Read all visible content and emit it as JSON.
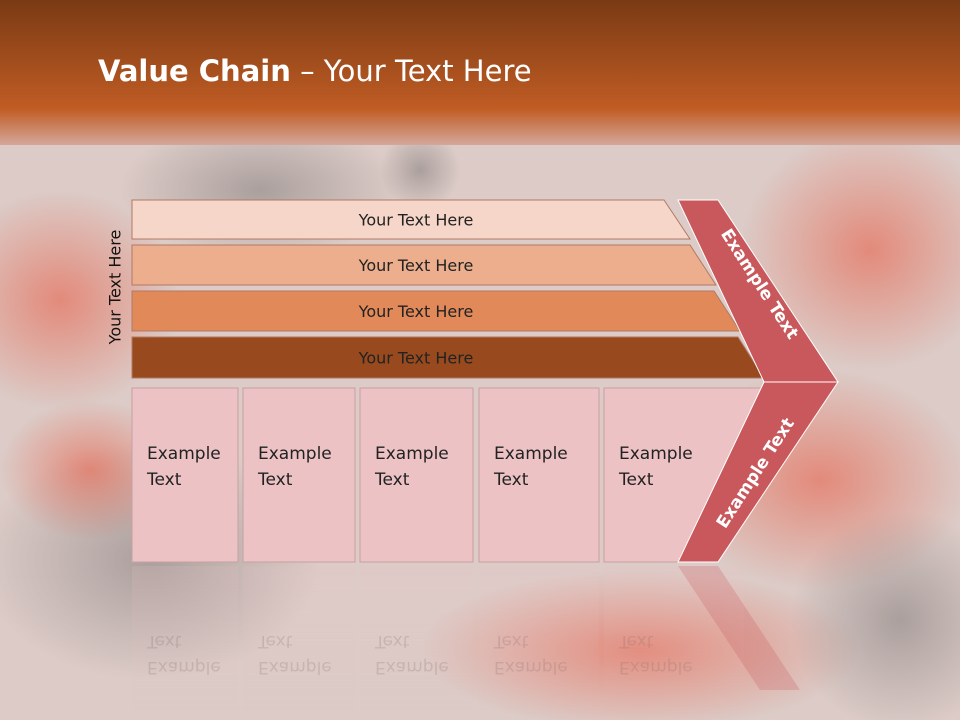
{
  "slide": {
    "title_bold": "Value Chain",
    "title_rest": " – Your Text Here",
    "side_label": "Your Text Here"
  },
  "bands": [
    {
      "label": "Your Text Here",
      "color": "#f6d6c8"
    },
    {
      "label": "Your Text Here",
      "color": "#ecae8c"
    },
    {
      "label": "Your Text Here",
      "color": "#e2895a"
    },
    {
      "label": "Your Text Here",
      "color": "#984a1e"
    }
  ],
  "columns": [
    {
      "line1": "Example",
      "line2": "Text"
    },
    {
      "line1": "Example",
      "line2": "Text"
    },
    {
      "line1": "Example",
      "line2": "Text"
    },
    {
      "line1": "Example",
      "line2": "Text"
    },
    {
      "line1": "Example",
      "line2": "Text"
    }
  ],
  "arrow": {
    "upper_label": "Example Text",
    "lower_label": "Example Text",
    "color": "#c9585c"
  },
  "colors": {
    "header_top": "#7a3a14",
    "header_bottom": "#c05c24",
    "column_fill": "#ecc2c4"
  }
}
